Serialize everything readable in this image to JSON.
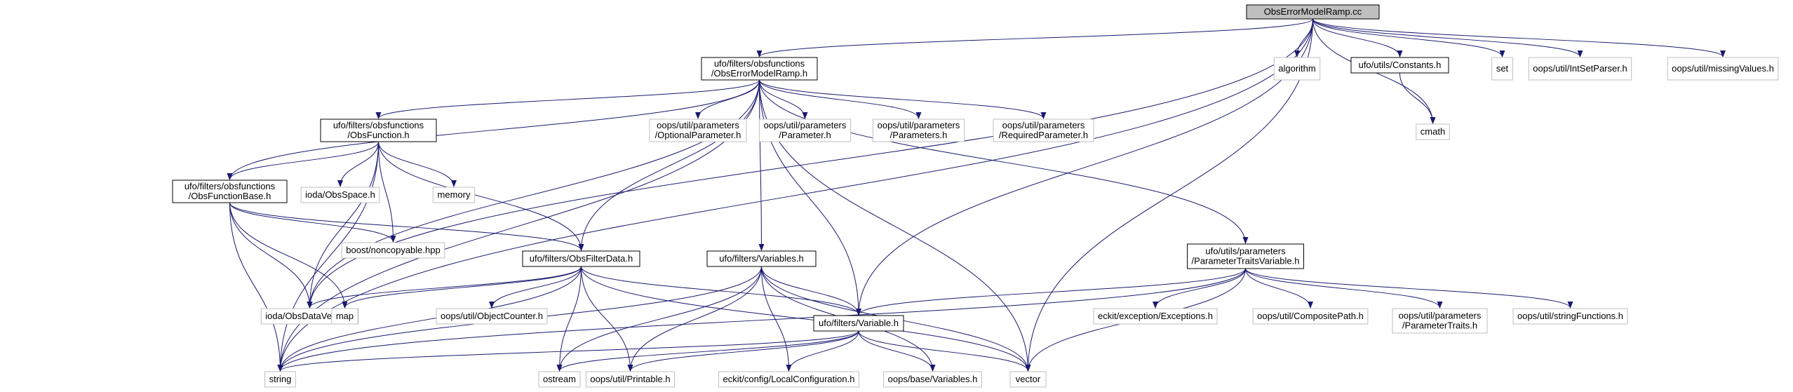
{
  "diagram": {
    "nodes": [
      {
        "id": "root",
        "lines": [
          "ObsErrorModelRamp.cc"
        ],
        "style": "root"
      },
      {
        "id": "oemr_h",
        "lines": [
          "ufo/filters/obsfunctions",
          "/ObsErrorModelRamp.h"
        ],
        "style": "internal"
      },
      {
        "id": "algorithm",
        "lines": [
          "algorithm"
        ],
        "style": "external"
      },
      {
        "id": "constants_h",
        "lines": [
          "ufo/utils/Constants.h"
        ],
        "style": "internal"
      },
      {
        "id": "set",
        "lines": [
          "set"
        ],
        "style": "external"
      },
      {
        "id": "intsetparser",
        "lines": [
          "oops/util/IntSetParser.h"
        ],
        "style": "external"
      },
      {
        "id": "missingvalues",
        "lines": [
          "oops/util/missingValues.h"
        ],
        "style": "external"
      },
      {
        "id": "cmath",
        "lines": [
          "cmath"
        ],
        "style": "external"
      },
      {
        "id": "obsfunction_h",
        "lines": [
          "ufo/filters/obsfunctions",
          "/ObsFunction.h"
        ],
        "style": "internal"
      },
      {
        "id": "optionalparam",
        "lines": [
          "oops/util/parameters",
          "/OptionalParameter.h"
        ],
        "style": "external"
      },
      {
        "id": "parameter_h",
        "lines": [
          "oops/util/parameters",
          "/Parameter.h"
        ],
        "style": "external"
      },
      {
        "id": "parameters_h",
        "lines": [
          "oops/util/parameters",
          "/Parameters.h"
        ],
        "style": "external"
      },
      {
        "id": "requiredparam",
        "lines": [
          "oops/util/parameters",
          "/RequiredParameter.h"
        ],
        "style": "external"
      },
      {
        "id": "obsfunctionbase_h",
        "lines": [
          "ufo/filters/obsfunctions",
          "/ObsFunctionBase.h"
        ],
        "style": "internal"
      },
      {
        "id": "obsspace_h",
        "lines": [
          "ioda/ObsSpace.h"
        ],
        "style": "external"
      },
      {
        "id": "memory",
        "lines": [
          "memory"
        ],
        "style": "external"
      },
      {
        "id": "noncopyable",
        "lines": [
          "boost/noncopyable.hpp"
        ],
        "style": "external"
      },
      {
        "id": "obsfilterdata_h",
        "lines": [
          "ufo/filters/ObsFilterData.h"
        ],
        "style": "internal"
      },
      {
        "id": "variables_h",
        "lines": [
          "ufo/filters/Variables.h"
        ],
        "style": "internal"
      },
      {
        "id": "ptv_h",
        "lines": [
          "ufo/utils/parameters",
          "/ParameterTraitsVariable.h"
        ],
        "style": "internal"
      },
      {
        "id": "obsdatavector",
        "lines": [
          "ioda/ObsDataVector.h"
        ],
        "style": "external"
      },
      {
        "id": "map",
        "lines": [
          "map"
        ],
        "style": "external"
      },
      {
        "id": "objectcounter",
        "lines": [
          "oops/util/ObjectCounter.h"
        ],
        "style": "external"
      },
      {
        "id": "variable_h",
        "lines": [
          "ufo/filters/Variable.h"
        ],
        "style": "internal"
      },
      {
        "id": "exceptions_h",
        "lines": [
          "eckit/exception/Exceptions.h"
        ],
        "style": "external"
      },
      {
        "id": "compositepath",
        "lines": [
          "oops/util/CompositePath.h"
        ],
        "style": "external"
      },
      {
        "id": "paramtraits",
        "lines": [
          "oops/util/parameters",
          "/ParameterTraits.h"
        ],
        "style": "external"
      },
      {
        "id": "stringfunctions",
        "lines": [
          "oops/util/stringFunctions.h"
        ],
        "style": "external"
      },
      {
        "id": "string",
        "lines": [
          "string"
        ],
        "style": "external"
      },
      {
        "id": "ostream",
        "lines": [
          "ostream"
        ],
        "style": "external"
      },
      {
        "id": "printable",
        "lines": [
          "oops/util/Printable.h"
        ],
        "style": "external"
      },
      {
        "id": "localconfig",
        "lines": [
          "eckit/config/LocalConfiguration.h"
        ],
        "style": "external"
      },
      {
        "id": "oopsvariables",
        "lines": [
          "oops/base/Variables.h"
        ],
        "style": "external"
      },
      {
        "id": "vector",
        "lines": [
          "vector"
        ],
        "style": "external"
      }
    ],
    "edges": [
      [
        "root",
        "oemr_h"
      ],
      [
        "root",
        "algorithm"
      ],
      [
        "root",
        "constants_h"
      ],
      [
        "root",
        "set"
      ],
      [
        "root",
        "intsetparser"
      ],
      [
        "root",
        "missingvalues"
      ],
      [
        "root",
        "cmath"
      ],
      [
        "root",
        "string"
      ],
      [
        "root",
        "vector"
      ],
      [
        "root",
        "obsdatavector"
      ],
      [
        "root",
        "variable_h"
      ],
      [
        "constants_h",
        "cmath"
      ],
      [
        "oemr_h",
        "obsfunction_h"
      ],
      [
        "oemr_h",
        "optionalparam"
      ],
      [
        "oemr_h",
        "parameter_h"
      ],
      [
        "oemr_h",
        "parameters_h"
      ],
      [
        "oemr_h",
        "requiredparam"
      ],
      [
        "oemr_h",
        "obsfunctionbase_h"
      ],
      [
        "oemr_h",
        "obsfilterdata_h"
      ],
      [
        "oemr_h",
        "variables_h"
      ],
      [
        "oemr_h",
        "ptv_h"
      ],
      [
        "oemr_h",
        "obsdatavector"
      ],
      [
        "oemr_h",
        "string"
      ],
      [
        "oemr_h",
        "vector"
      ],
      [
        "oemr_h",
        "variable_h"
      ],
      [
        "obsfunction_h",
        "obsfunctionbase_h"
      ],
      [
        "obsfunction_h",
        "obsspace_h"
      ],
      [
        "obsfunction_h",
        "memory"
      ],
      [
        "obsfunction_h",
        "noncopyable"
      ],
      [
        "obsfunction_h",
        "obsfilterdata_h"
      ],
      [
        "obsfunction_h",
        "obsdatavector"
      ],
      [
        "obsfunction_h",
        "string"
      ],
      [
        "obsfunctionbase_h",
        "noncopyable"
      ],
      [
        "obsfunctionbase_h",
        "obsfilterdata_h"
      ],
      [
        "obsfunctionbase_h",
        "obsdatavector"
      ],
      [
        "obsfunctionbase_h",
        "map"
      ],
      [
        "obsfunctionbase_h",
        "string"
      ],
      [
        "obsfilterdata_h",
        "obsdatavector"
      ],
      [
        "obsfilterdata_h",
        "map"
      ],
      [
        "obsfilterdata_h",
        "objectcounter"
      ],
      [
        "obsfilterdata_h",
        "string"
      ],
      [
        "obsfilterdata_h",
        "ostream"
      ],
      [
        "obsfilterdata_h",
        "printable"
      ],
      [
        "obsfilterdata_h",
        "variable_h"
      ],
      [
        "obsfilterdata_h",
        "vector"
      ],
      [
        "variables_h",
        "variable_h"
      ],
      [
        "variables_h",
        "string"
      ],
      [
        "variables_h",
        "ostream"
      ],
      [
        "variables_h",
        "printable"
      ],
      [
        "variables_h",
        "localconfig"
      ],
      [
        "variables_h",
        "oopsvariables"
      ],
      [
        "variables_h",
        "vector"
      ],
      [
        "ptv_h",
        "exceptions_h"
      ],
      [
        "ptv_h",
        "compositepath"
      ],
      [
        "ptv_h",
        "paramtraits"
      ],
      [
        "ptv_h",
        "stringfunctions"
      ],
      [
        "ptv_h",
        "variable_h"
      ],
      [
        "ptv_h",
        "string"
      ],
      [
        "ptv_h",
        "vector"
      ],
      [
        "variable_h",
        "string"
      ],
      [
        "variable_h",
        "ostream"
      ],
      [
        "variable_h",
        "printable"
      ],
      [
        "variable_h",
        "localconfig"
      ],
      [
        "variable_h",
        "oopsvariables"
      ],
      [
        "variable_h",
        "vector"
      ]
    ],
    "colors": {
      "root_fill": "#bfbfbf",
      "internal_border": "#000000",
      "external_border": "#bfbfbf",
      "edge": "#191970",
      "text": "#000000"
    }
  }
}
